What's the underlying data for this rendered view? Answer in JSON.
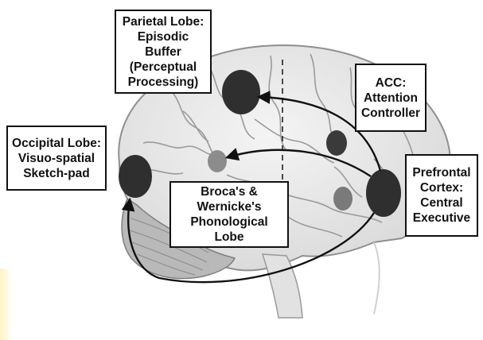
{
  "diagram": {
    "labels": {
      "parietal": "Parietal Lobe:\nEpisodic Buffer\n(Perceptual\nProcessing)",
      "acc": "ACC:\nAttention\nController",
      "occipital": "Occipital Lobe:\nVisuo-spatial\nSketch-pad",
      "broca": "Broca's &\nWernicke's\nPhonological Lobe",
      "prefrontal": "Prefrontal\nCortex:\nCentral\nExecutive"
    },
    "colors": {
      "dark_node": "#2f2f2f",
      "mid_node": "#6a6a6a",
      "light_node": "#8c8c8c",
      "brain_fill": "#ececec",
      "brain_line": "#9a9a9a",
      "arrow": "#111111"
    }
  }
}
